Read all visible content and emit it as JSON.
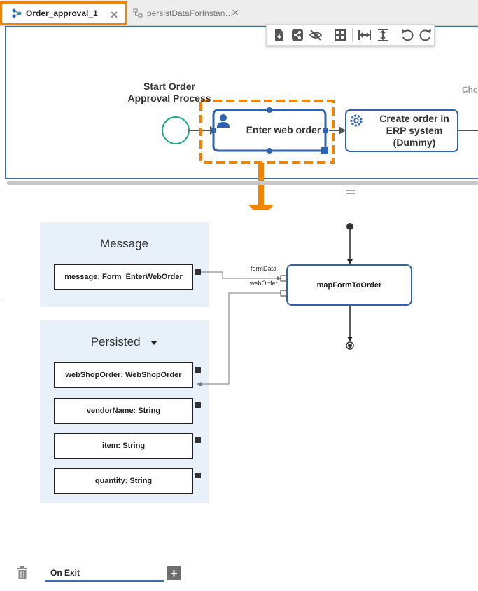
{
  "tabs": [
    {
      "label": "Order_approval_1",
      "active": true
    },
    {
      "label": "persistDataForInstan…",
      "active": false
    }
  ],
  "toolbar": {
    "icons": [
      "export-icon",
      "share-icon",
      "hide-icon",
      "grid-icon",
      "fit-width-icon",
      "fit-height-icon",
      "undo-icon",
      "redo-icon"
    ]
  },
  "diagram": {
    "start_label_line1": "Start Order",
    "start_label_line2": "Approval Process",
    "task1": "Enter web order",
    "task2_line1": "Create order in",
    "task2_line2": "ERP system",
    "task2_line3": "(Dummy)",
    "cut_label": "Che"
  },
  "mapping": {
    "message_panel": {
      "title": "Message",
      "fields": [
        "message: Form_EnterWebOrder"
      ]
    },
    "persisted_panel": {
      "title": "Persisted",
      "fields": [
        "webShopOrder: WebShopOrder",
        "vendorName: String",
        "item: String",
        "quantity: String"
      ]
    },
    "task": "mapFormToOrder",
    "inputs": [
      "formData",
      "webOrder"
    ]
  },
  "footer": {
    "tab_label": "On Exit",
    "add_label": "+"
  },
  "colors": {
    "accent_orange": "#f08300",
    "bpmn_blue": "#2e62b3",
    "start_green": "#1aa88a",
    "panel_bg": "#e8f1fa"
  }
}
